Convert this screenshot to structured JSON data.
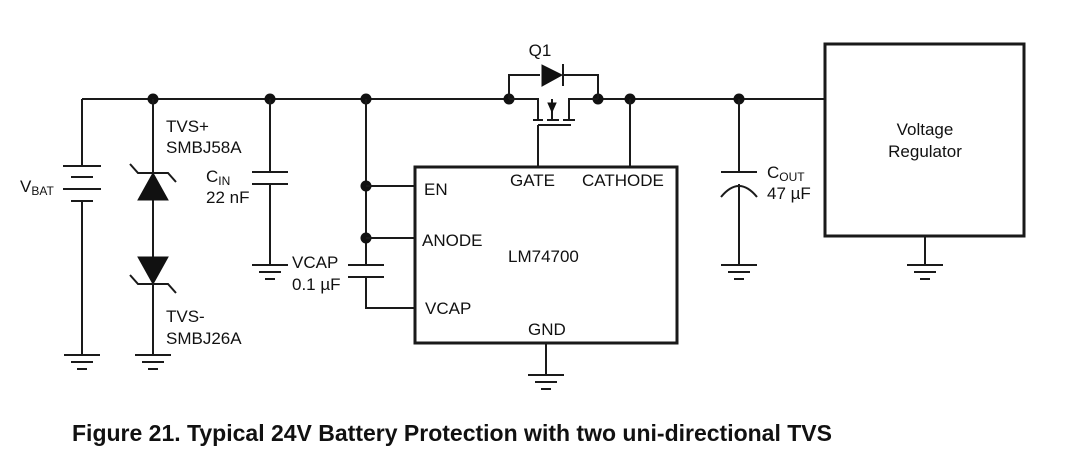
{
  "figure": {
    "caption": "Figure 21.  Typical 24V Battery Protection with two uni-directional TVS"
  },
  "components": {
    "vbat": {
      "label_main": "V",
      "label_sub": "BAT"
    },
    "tvs_plus": {
      "name": "TVS+",
      "part": "SMBJ58A"
    },
    "tvs_minus": {
      "name": "TVS-",
      "part": "SMBJ26A"
    },
    "cin": {
      "label_main": "C",
      "label_sub": "IN",
      "value": "22 nF"
    },
    "vcap_cap": {
      "name": "VCAP",
      "value": "0.1 µF"
    },
    "q1": {
      "name": "Q1"
    },
    "controller": {
      "part": "LM74700",
      "pins": {
        "en": "EN",
        "anode": "ANODE",
        "vcap": "VCAP",
        "gate": "GATE",
        "cathode": "CATHODE",
        "gnd": "GND"
      }
    },
    "cout": {
      "label_main": "C",
      "label_sub": "OUT",
      "value": "47 µF"
    },
    "regulator": {
      "line1": "Voltage",
      "line2": "Regulator"
    }
  },
  "colors": {
    "ink": "#111111",
    "background": "#ffffff"
  }
}
